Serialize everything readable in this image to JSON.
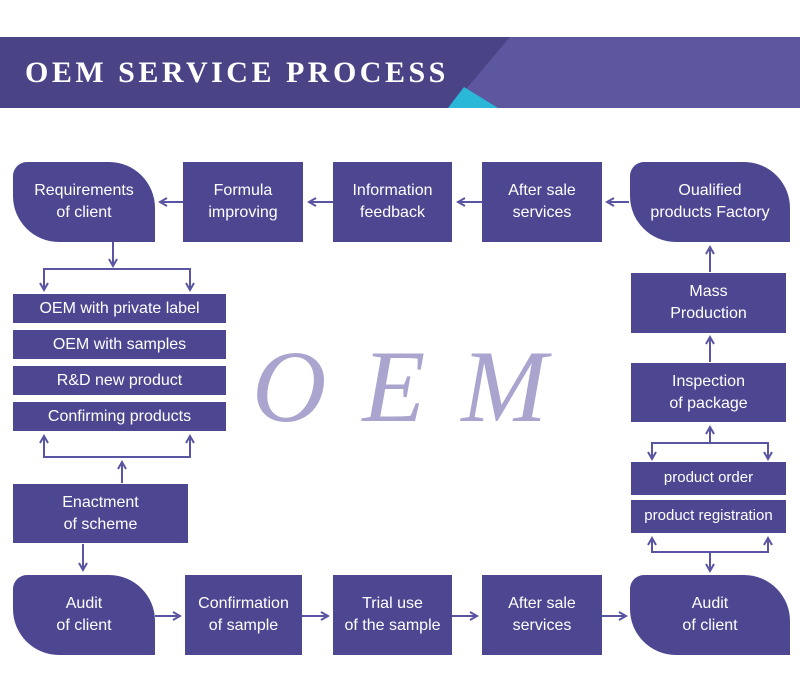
{
  "header": {
    "title": "OEM SERVICE PROCESS"
  },
  "watermark": {
    "text": "OEM"
  },
  "colors": {
    "box_fill": "#4d4792",
    "banner_dark": "#4a4487",
    "banner_light": "#5d57a0",
    "accent_teal": "#2bb8d8",
    "watermark_purple": "#a9a5cf",
    "connector": "#5a55a2",
    "text_white": "#ffffff"
  },
  "flowchart": {
    "top_row": [
      {
        "label": "Requirements\nof client"
      },
      {
        "label": "Formula\nimproving"
      },
      {
        "label": "Information\nfeedback"
      },
      {
        "label": "After sale\nservices"
      },
      {
        "label": "Oualified\nproducts Factory"
      }
    ],
    "left_stack": [
      {
        "label": "OEM with private label"
      },
      {
        "label": "OEM with samples"
      },
      {
        "label": "R&D new product"
      },
      {
        "label": "Confirming products"
      }
    ],
    "left_column": [
      {
        "label": "Enactment\nof scheme"
      }
    ],
    "right_column": [
      {
        "label": "Mass\nProduction"
      },
      {
        "label": "Inspection\nof package"
      },
      {
        "label": "product order"
      },
      {
        "label": "product registration"
      }
    ],
    "bottom_row": [
      {
        "label": "Audit\nof client"
      },
      {
        "label": "Confirmation\nof sample"
      },
      {
        "label": "Trial use\nof the sample"
      },
      {
        "label": "After sale\nservices"
      },
      {
        "label": "Audit\nof client"
      }
    ]
  }
}
